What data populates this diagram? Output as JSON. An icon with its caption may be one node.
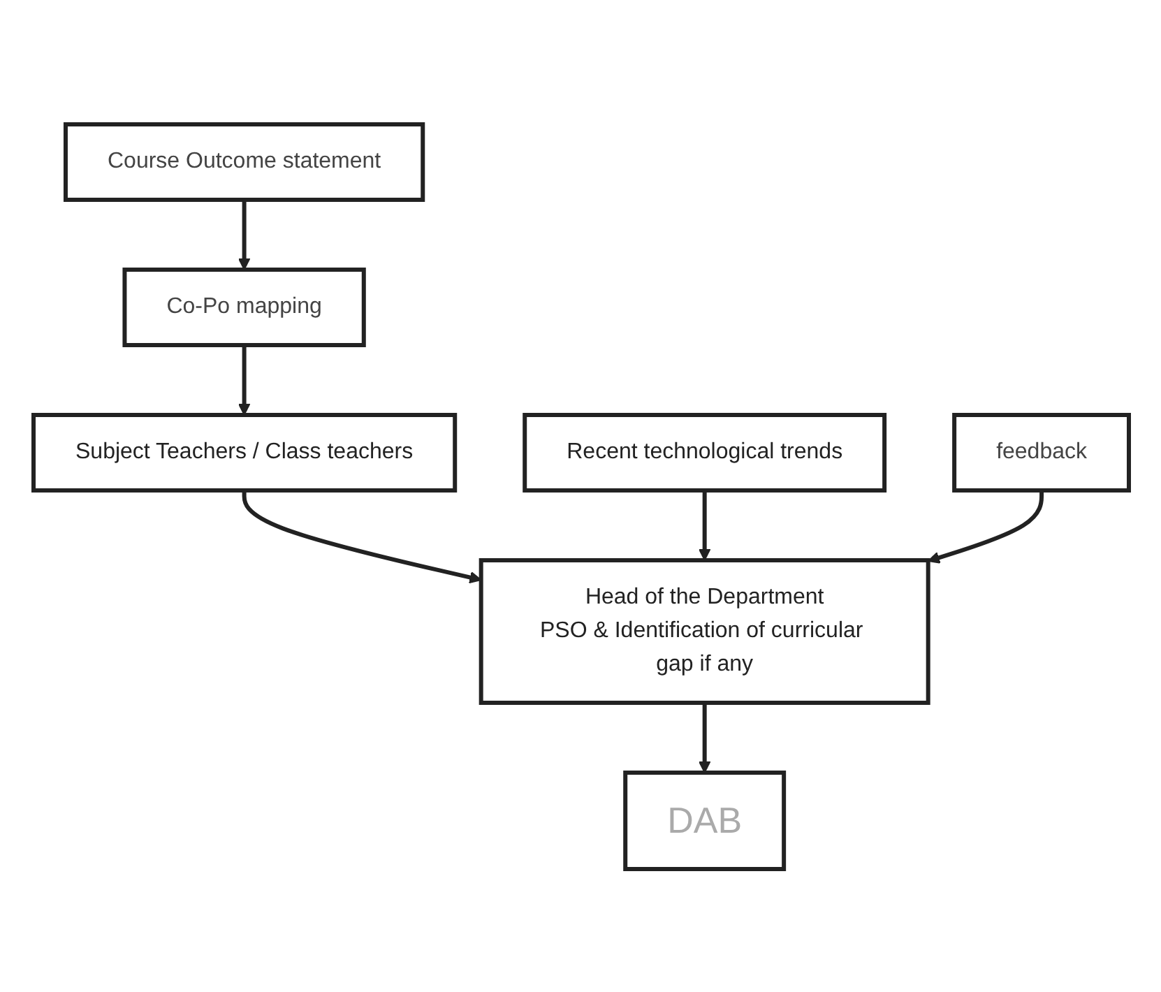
{
  "diagram": {
    "nodes": [
      {
        "text": [
          "Course Outcome statement"
        ]
      },
      {
        "text": [
          "Co-Po mapping"
        ]
      },
      {
        "text": [
          "Subject Teachers / Class teachers"
        ]
      },
      {
        "text": [
          "Head of the Department",
          "PSO & Identification of curricular gap if any"
        ]
      },
      {
        "text": [
          "Recent technological trends"
        ]
      },
      {
        "text": [
          "feedback"
        ]
      },
      {
        "text": [
          "DAB"
        ]
      }
    ],
    "edges": [
      {
        "from": 0,
        "to": 1,
        "arrow": "to"
      },
      {
        "from": 1,
        "to": 2,
        "arrow": "to"
      },
      {
        "from": 2,
        "to": 3,
        "arrow": "to"
      },
      {
        "from": 4,
        "to": 3,
        "arrow": "to"
      },
      {
        "from": 5,
        "to": 3,
        "arrow": "to"
      },
      {
        "from": 3,
        "to": 6,
        "arrow": "to"
      }
    ]
  }
}
